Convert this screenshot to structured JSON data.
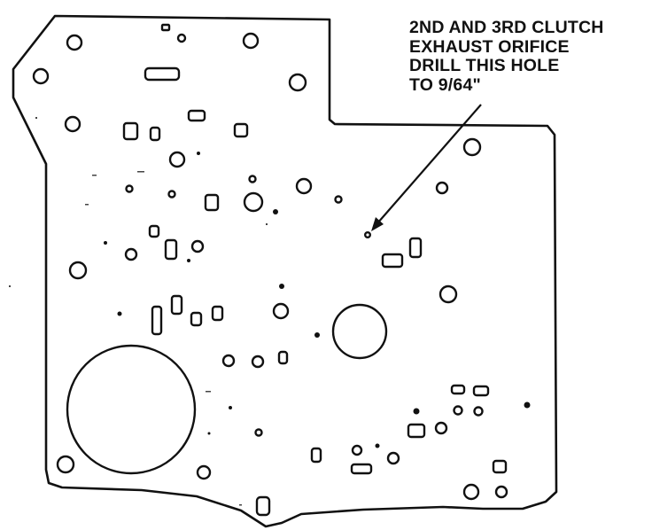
{
  "callout": {
    "lines": [
      "2ND AND 3RD CLUTCH",
      "EXHAUST ORIFICE",
      "DRILL THIS HOLE",
      "TO 9/64\""
    ]
  },
  "colors": {
    "ink": "#111111",
    "paper": "#ffffff"
  }
}
